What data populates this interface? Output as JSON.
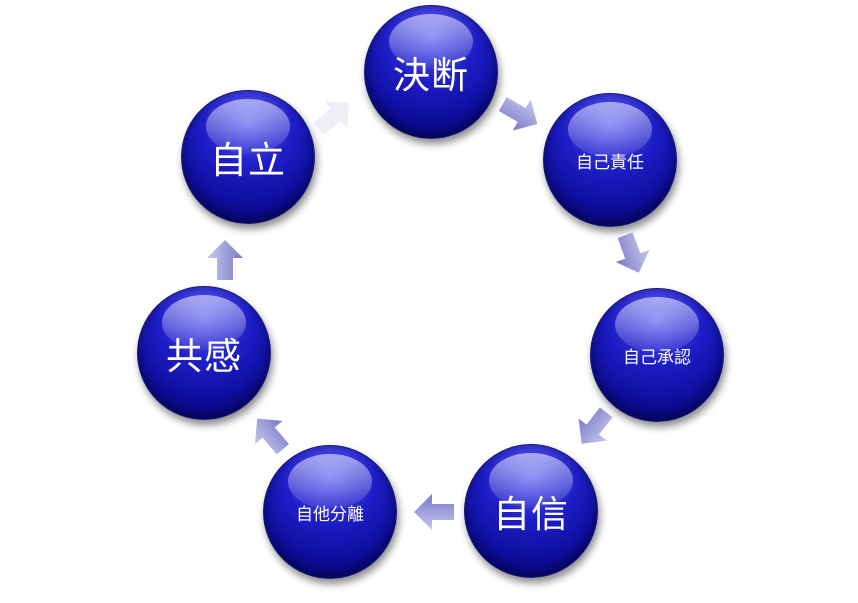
{
  "diagram": {
    "type": "cycle",
    "nodes": [
      {
        "id": "kettei",
        "label": "決断",
        "size": "big"
      },
      {
        "id": "jiko-sekinin",
        "label": "自己責任",
        "size": "small"
      },
      {
        "id": "jiko-shonin",
        "label": "自己承認",
        "size": "small"
      },
      {
        "id": "jishin",
        "label": "自信",
        "size": "big"
      },
      {
        "id": "jita-bunri",
        "label": "自他分離",
        "size": "small"
      },
      {
        "id": "kyokan",
        "label": "共感",
        "size": "big"
      },
      {
        "id": "jiritsu",
        "label": "自立",
        "size": "big"
      }
    ],
    "edges": [
      {
        "from": "kettei",
        "to": "jiko-sekinin"
      },
      {
        "from": "jiko-sekinin",
        "to": "jiko-shonin"
      },
      {
        "from": "jiko-shonin",
        "to": "jishin"
      },
      {
        "from": "jishin",
        "to": "jita-bunri"
      },
      {
        "from": "jita-bunri",
        "to": "kyokan"
      },
      {
        "from": "kyokan",
        "to": "jiritsu"
      },
      {
        "from": "jiritsu",
        "to": "kettei"
      }
    ],
    "colors": {
      "node_fill": "#1414b4",
      "node_text": "#ffffff",
      "arrow_fill": "#9a9ad8"
    }
  }
}
